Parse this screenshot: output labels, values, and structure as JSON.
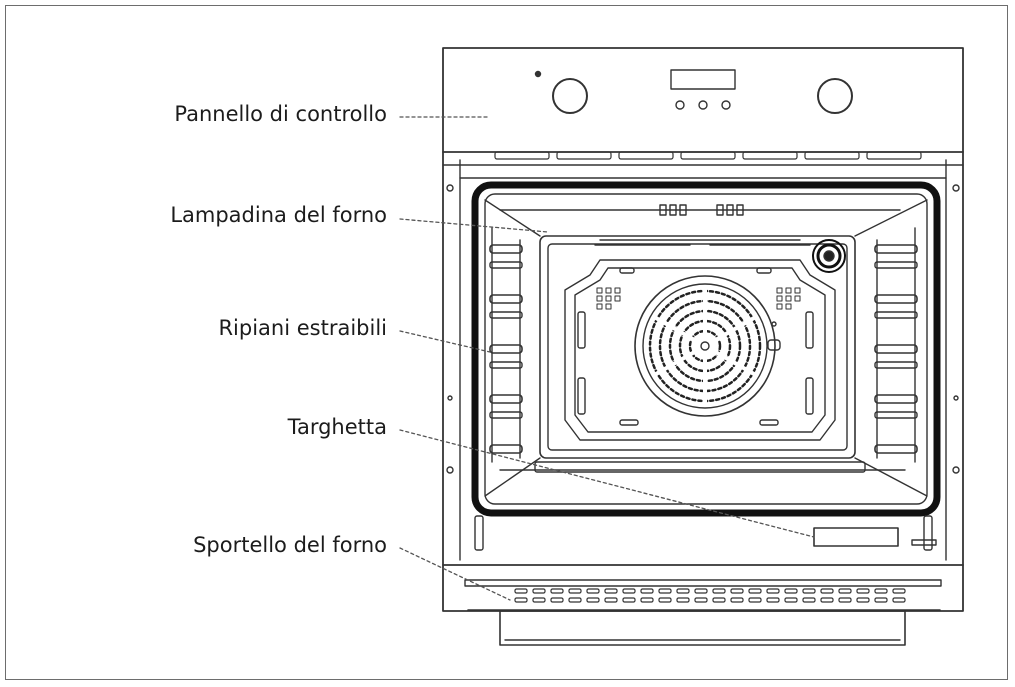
{
  "diagram": {
    "labels": {
      "control_panel": "Pannello di controllo",
      "oven_lamp": "Lampadina del forno",
      "shelf_supports": "Ripiani estraibili",
      "rating_plate": "Targhetta",
      "oven_door": "Sportello del forno"
    }
  }
}
